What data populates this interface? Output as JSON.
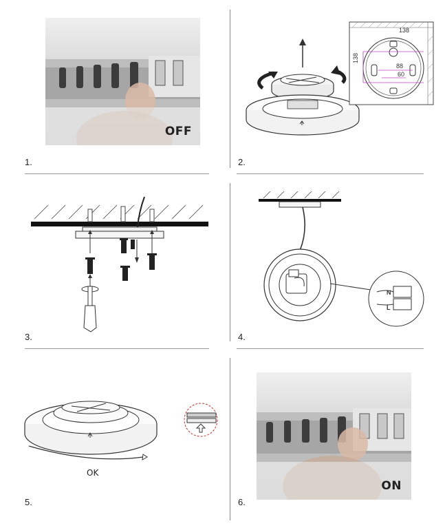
{
  "steps": [
    {
      "number": "1.",
      "photo_label": "OFF"
    },
    {
      "number": "2.",
      "dims": {
        "a": "138",
        "b": "138",
        "c": "88",
        "d": "60"
      }
    },
    {
      "number": "3."
    },
    {
      "number": "4.",
      "wire_labels": {
        "n": "N",
        "l": "L"
      }
    },
    {
      "number": "5.",
      "caption": "OK"
    },
    {
      "number": "6.",
      "photo_label": "ON"
    }
  ]
}
